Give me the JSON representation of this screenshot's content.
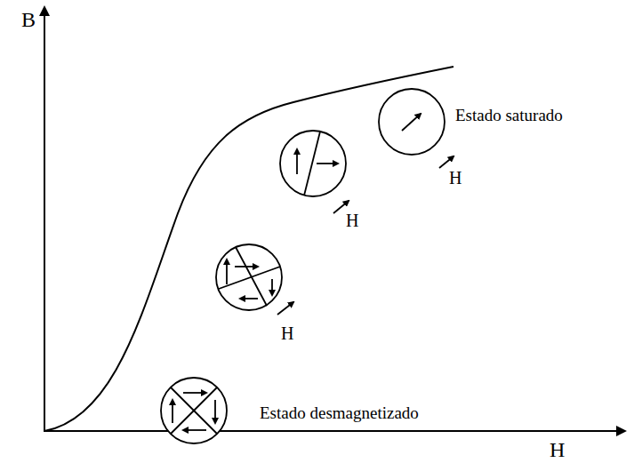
{
  "diagram": {
    "labels": [
      "B",
      "Estado saturado",
      "H",
      "H",
      "H",
      "Estado desmagnetizado",
      "H"
    ]
  }
}
